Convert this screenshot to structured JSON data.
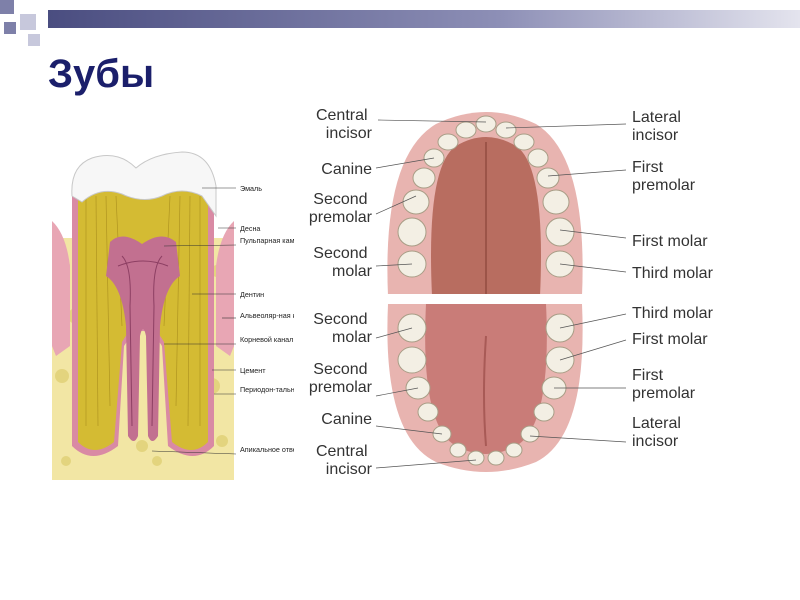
{
  "slide": {
    "title": "Зубы"
  },
  "colors": {
    "title": "#1b1f6b",
    "header_bar": "#5b5e8e",
    "accent_square": "#7e80a9",
    "enamel": "#f7f7f7",
    "dentin": "#d4bb33",
    "pulp": "#c27090",
    "gum": "#e8a6b4",
    "bone": "#f2e6a4",
    "palate": "#b86d60",
    "tongue": "#c97c78"
  },
  "tooth_section": {
    "labels": [
      "Эмаль",
      "Десна",
      "Пульпарная камера",
      "Дентин",
      "Альвеоляр-ная кость",
      "Корневой канал",
      "Цемент",
      "Периодон-тальная связка",
      "Апикальное отверстие"
    ]
  },
  "dental_arches": {
    "upper_left": [
      "Central incisor",
      "Canine",
      "Second premolar",
      "Second molar"
    ],
    "upper_right": [
      "Lateral incisor",
      "First premolar",
      "First molar",
      "Third molar"
    ],
    "lower_left": [
      "Second molar",
      "Second premolar",
      "Canine",
      "Central incisor"
    ],
    "lower_right": [
      "Third molar",
      "First molar",
      "First premolar",
      "Lateral incisor"
    ]
  }
}
